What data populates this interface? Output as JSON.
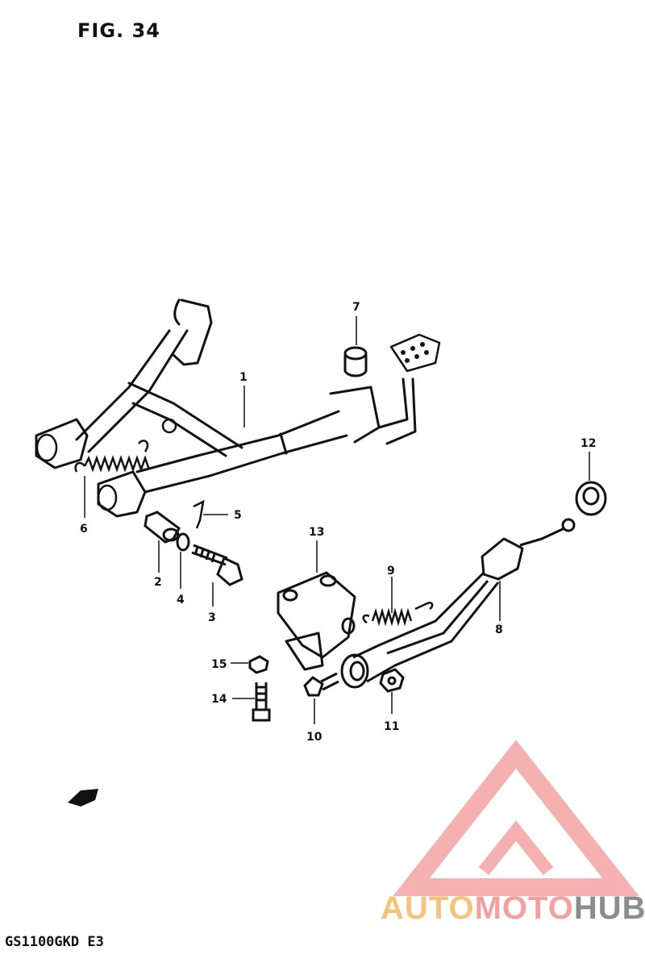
{
  "figure": {
    "title": "FIG. 34",
    "model": "GS1100GKD E3"
  },
  "parts": [
    {
      "id": "part-1",
      "label": "1"
    },
    {
      "id": "part-2",
      "label": "2"
    },
    {
      "id": "part-3",
      "label": "3"
    },
    {
      "id": "part-4",
      "label": "4"
    },
    {
      "id": "part-5",
      "label": "5"
    },
    {
      "id": "part-6",
      "label": "6"
    },
    {
      "id": "part-7",
      "label": "7"
    },
    {
      "id": "part-8",
      "label": "8"
    },
    {
      "id": "part-9",
      "label": "9"
    },
    {
      "id": "part-10",
      "label": "10"
    },
    {
      "id": "part-11",
      "label": "11"
    },
    {
      "id": "part-12",
      "label": "12"
    },
    {
      "id": "part-13",
      "label": "13"
    },
    {
      "id": "part-14",
      "label": "14"
    },
    {
      "id": "part-15",
      "label": "15"
    }
  ],
  "watermark": {
    "part_a": "AUTO",
    "part_b": "MOTO",
    "part_c": "HUB"
  }
}
